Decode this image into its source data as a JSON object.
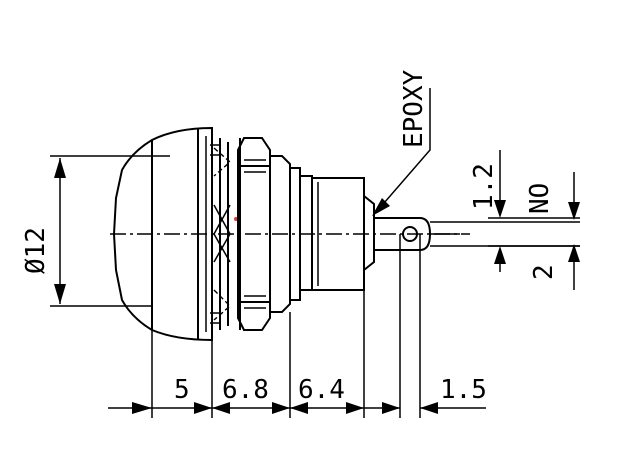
{
  "labels": {
    "diameter": "Ø12",
    "epoxy": "EPOXY",
    "no": "NO",
    "pin_thickness": "1.2",
    "pin_offset": "2",
    "dim_cap": "5",
    "dim_nut": "6.8",
    "dim_body": "6.4",
    "dim_pin": "1.5"
  },
  "colors": {
    "line": "#000000",
    "background": "#ffffff",
    "marker": "#e53935"
  }
}
